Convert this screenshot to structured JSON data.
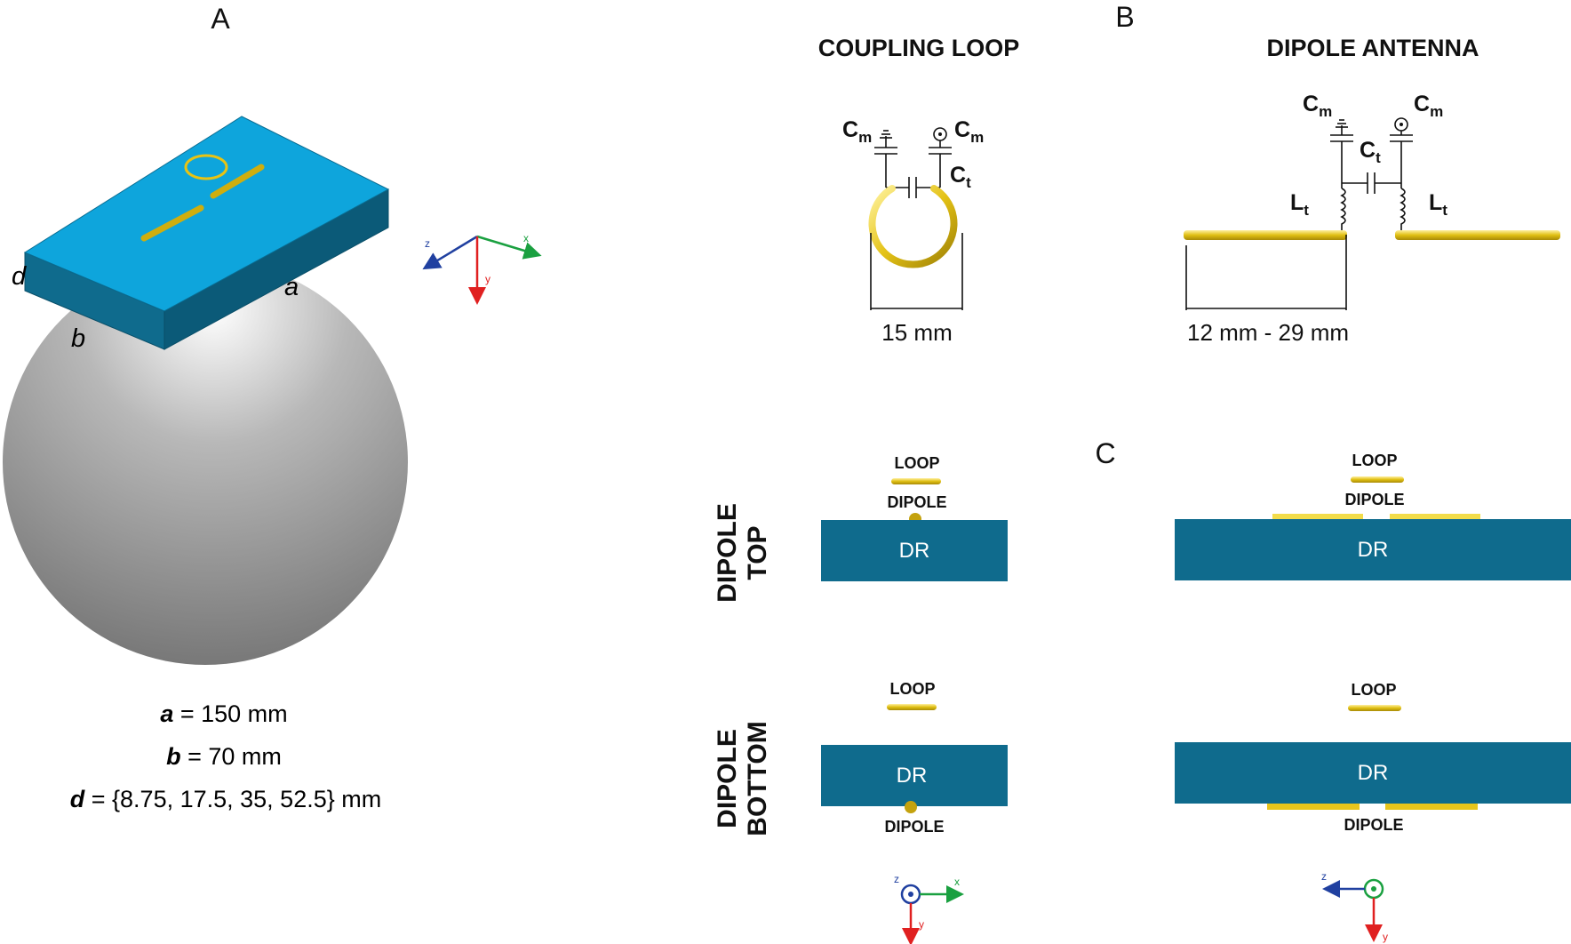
{
  "panels": {
    "a": "A",
    "b": "B",
    "c": "C"
  },
  "panel_a": {
    "edge_labels": {
      "d": "d",
      "a": "a",
      "b": "b"
    },
    "dimensions": [
      {
        "var": "a",
        "text": " = 150 mm"
      },
      {
        "var": "b",
        "text": " = 70 mm"
      },
      {
        "var": "d",
        "text": " = {8.75, 17.5, 35, 52.5} mm"
      }
    ],
    "axes": {
      "z": "z",
      "x": "x",
      "y": "y"
    }
  },
  "panel_b": {
    "coupling_loop": {
      "title": "COUPLING LOOP",
      "cm": "C",
      "cm_sub": "m",
      "ct": "C",
      "ct_sub": "t",
      "dimension": "15 mm"
    },
    "dipole_antenna": {
      "title": "DIPOLE ANTENNA",
      "cm": "C",
      "cm_sub": "m",
      "ct": "C",
      "ct_sub": "t",
      "lt": "L",
      "lt_sub": "t",
      "dimension": "12 mm - 29 mm"
    }
  },
  "panel_c": {
    "row_top": [
      "DIPOLE",
      "TOP"
    ],
    "row_bottom": [
      "DIPOLE",
      "BOTTOM"
    ],
    "loop": "LOOP",
    "dipole": "DIPOLE",
    "dr": "DR",
    "axes_left": {
      "z": "z",
      "x": "x",
      "y": "y"
    },
    "axes_right": {
      "z": "z",
      "y": "y"
    }
  },
  "colors": {
    "substrate": "#0f6b8d",
    "box_top": "#0ea5dc",
    "gold": "#e0bf12",
    "sphere": "#8a8a8a"
  }
}
